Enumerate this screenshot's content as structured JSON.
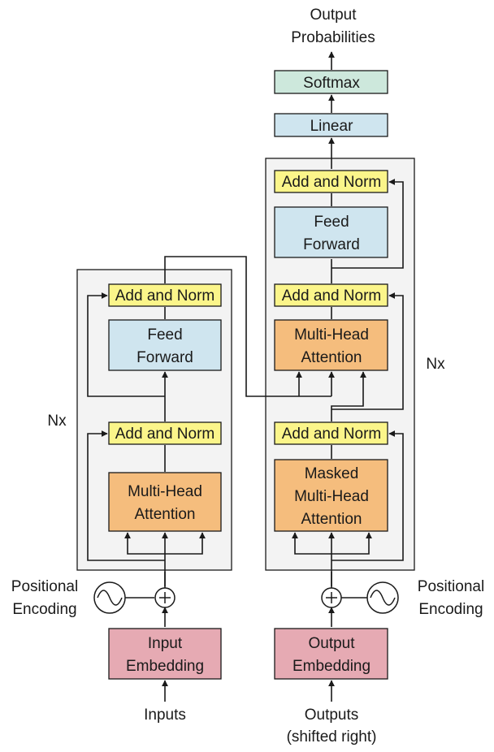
{
  "colors": {
    "add_norm": "#fbf58a",
    "feed_forward": "#cfe5ef",
    "attention": "#f5bd7d",
    "embedding": "#e6aab3",
    "linear": "#cfe5ef",
    "softmax": "#cde8dc",
    "stack_bg": "#f3f3f3"
  },
  "output": {
    "line1": "Output",
    "line2": "Probabilities"
  },
  "softmax": "Softmax",
  "linear": "Linear",
  "encoder": {
    "repeat": "Nx",
    "add_norm_top": "Add and Norm",
    "feed_forward": {
      "line1": "Feed",
      "line2": "Forward"
    },
    "add_norm_bottom": "Add and Norm",
    "attention": {
      "line1": "Multi-Head",
      "line2": "Attention"
    },
    "positional": {
      "line1": "Positional",
      "line2": "Encoding"
    },
    "embedding": {
      "line1": "Input",
      "line2": "Embedding"
    },
    "inputs": "Inputs"
  },
  "decoder": {
    "repeat": "Nx",
    "add_norm_top": "Add and Norm",
    "feed_forward": {
      "line1": "Feed",
      "line2": "Forward"
    },
    "add_norm_middle": "Add and Norm",
    "attention": {
      "line1": "Multi-Head",
      "line2": "Attention"
    },
    "add_norm_bottom": "Add and Norm",
    "masked_attention": {
      "line1": "Masked",
      "line2": "Multi-Head",
      "line3": "Attention"
    },
    "positional": {
      "line1": "Positional",
      "line2": "Encoding"
    },
    "embedding": {
      "line1": "Output",
      "line2": "Embedding"
    },
    "outputs": {
      "line1": "Outputs",
      "line2": "(shifted right)"
    }
  },
  "icons": {
    "add": "plus-circle-icon",
    "positional": "sine-wave-icon"
  }
}
